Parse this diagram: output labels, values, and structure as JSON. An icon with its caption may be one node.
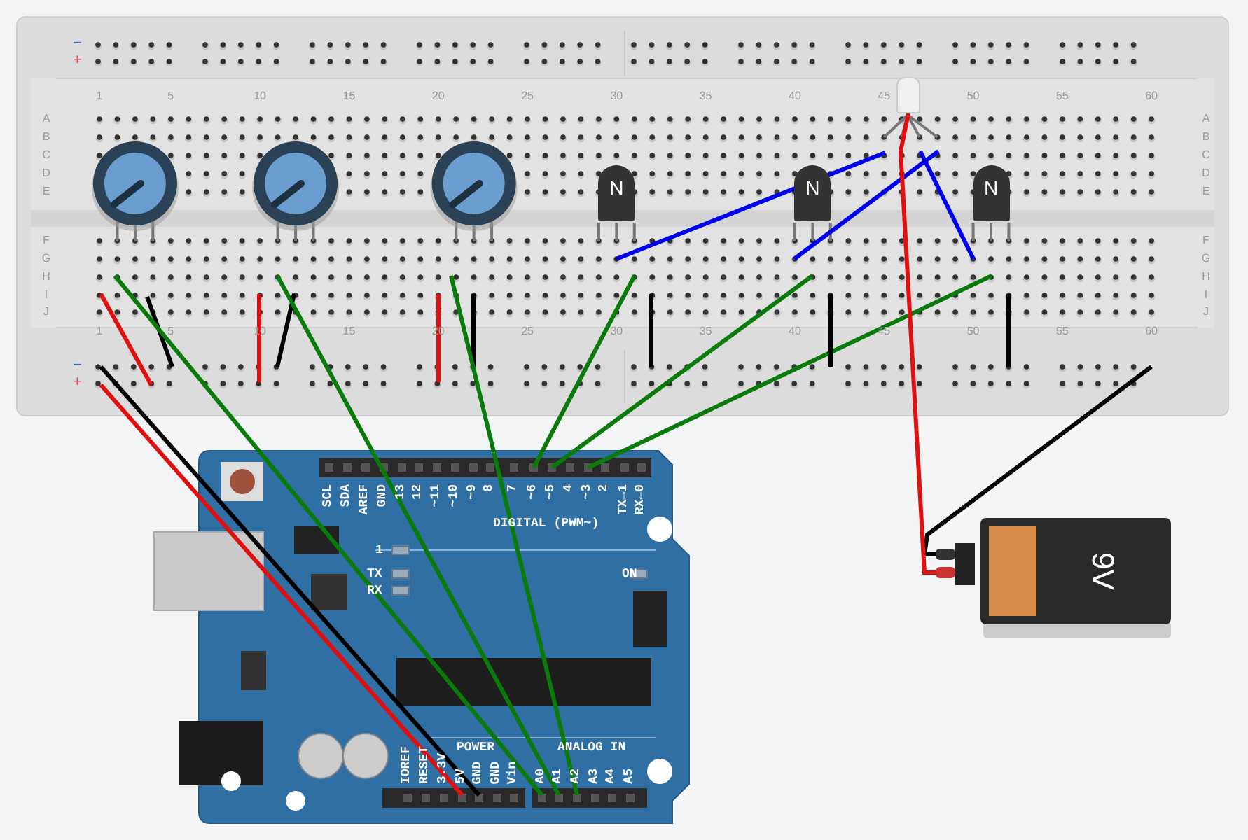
{
  "diagram": {
    "nodes": [
      {
        "text": [],
        "shape": "box"
      },
      {
        "text": [
          "N"
        ]
      },
      {
        "text": [
          "N"
        ]
      },
      {
        "text": [
          "N"
        ]
      },
      {
        "text": [
          "9V"
        ]
      }
    ],
    "edges": [
      {
        "from": 0,
        "to": 4,
        "arrow": "none",
        "color": "#e01010"
      }
    ],
    "labels": [
      "−",
      "+",
      "1",
      "5",
      "10",
      "15",
      "20",
      "25",
      "30",
      "35",
      "40",
      "45",
      "50",
      "55",
      "60",
      "A",
      "A",
      "B",
      "B",
      "C",
      "C",
      "D",
      "D",
      "E",
      "E",
      "F",
      "F",
      "G",
      "G",
      "H",
      "H",
      "I",
      "I",
      "J",
      "J",
      "1",
      "5",
      "10",
      "15",
      "20",
      "25",
      "30",
      "35",
      "40",
      "45",
      "50",
      "55",
      "60",
      "−",
      "+",
      "SCL",
      "SDA",
      "AREF",
      "GND",
      "13",
      "12",
      "~11",
      "~10",
      "~9",
      "8",
      "7",
      "~6",
      "~5",
      "4",
      "~3",
      "2",
      "TX→1",
      "RX←0",
      "DIGITAL (PWM~)",
      "1",
      "TX",
      "RX",
      "ON",
      "POWER",
      "ANALOG IN",
      "IOREF",
      "RESET",
      "3.3V",
      "5V",
      "GND",
      "GND",
      "Vin",
      "A0",
      "A1",
      "A2",
      "A3",
      "A4",
      "A5"
    ]
  }
}
